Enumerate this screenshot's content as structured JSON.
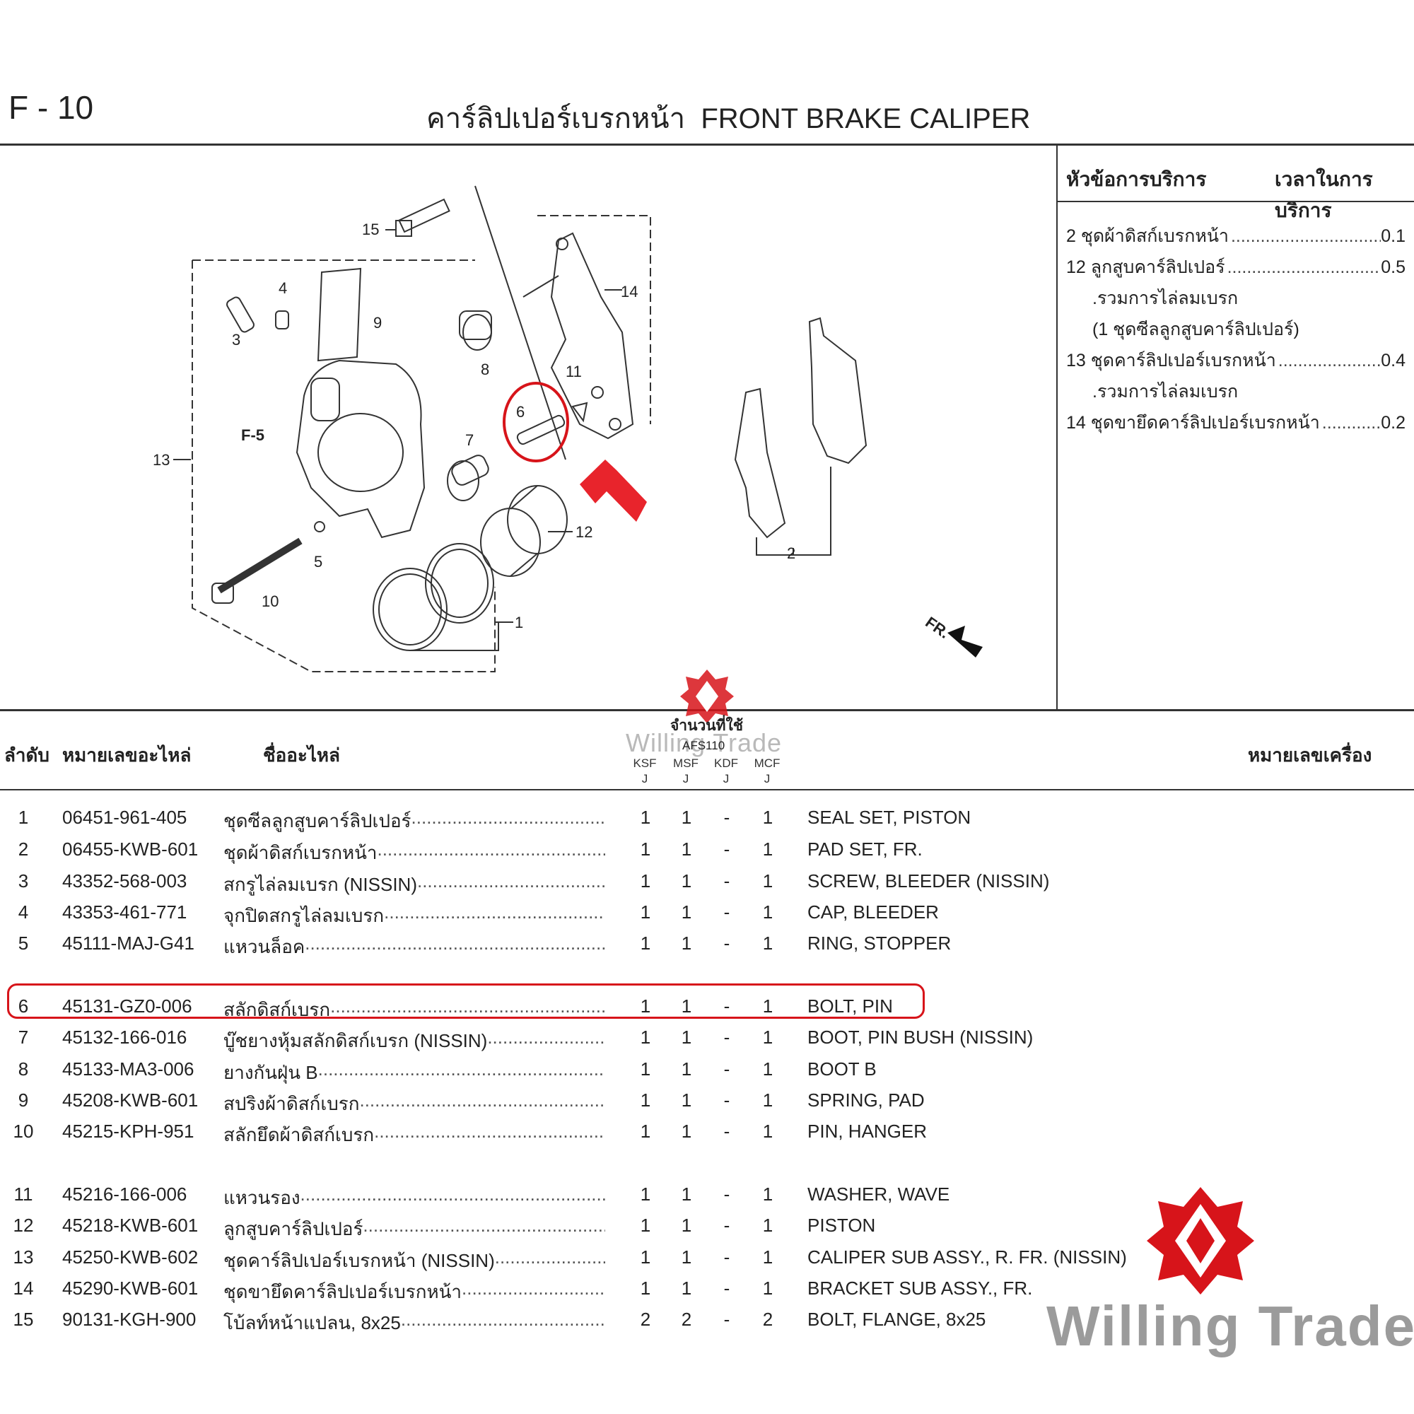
{
  "header": {
    "page_code": "F - 10",
    "title_thai": "คาร์ลิปเปอร์เบรกหน้า",
    "title_en": "FRONT BRAKE CALIPER"
  },
  "service_panel": {
    "head_left": "หัวข้อการบริการ",
    "head_right": "เวลาในการบริการ",
    "lines": [
      {
        "name": "2 ชุดผ้าดิสก์เบรกหน้า",
        "time": "0.1"
      },
      {
        "name": "12 ลูกสูบคาร์ลิปเปอร์",
        "time": "0.5"
      },
      {
        "name": "13 ชุดคาร์ลิปเปอร์เบรกหน้า",
        "time": "0.4"
      },
      {
        "name": "14 ชุดขายึดคาร์ลิปเปอร์เบรกหน้า",
        "time": "0.2"
      }
    ],
    "notes": {
      "n12a": ".รวมการไล่ลมเบรก",
      "n12b": "(1 ชุดซีลลูกสูบคาร์ลิปเปอร์)",
      "n13a": ".รวมการไล่ลมเบรก"
    }
  },
  "diagram": {
    "callouts": [
      "15",
      "4",
      "3",
      "9",
      "8",
      "14",
      "11",
      "6",
      "7",
      "13",
      "5",
      "12",
      "10",
      "1",
      "2"
    ],
    "ref_label": "F-5",
    "direction_label": "FR."
  },
  "table": {
    "headers": {
      "no": "ลำดับ",
      "part_no": "หมายเลขอะไหล่",
      "name": "ชื่ออะไหล่",
      "qty": "จำนวนที่ใช้",
      "model": "AFS110",
      "serial": "หมายเลขเครื่อง"
    },
    "qty_cols": [
      "KSF",
      "MSF",
      "KDF",
      "MCF"
    ],
    "qty_sub": "J",
    "rows": [
      {
        "no": "1",
        "part_no": "06451-961-405",
        "th": "ชุดซีลลูกสูบคาร์ลิปเปอร์",
        "q": [
          "1",
          "1",
          "-",
          "1"
        ],
        "en": "SEAL SET, PISTON"
      },
      {
        "no": "2",
        "part_no": "06455-KWB-601",
        "th": "ชุดผ้าดิสก์เบรกหน้า",
        "q": [
          "1",
          "1",
          "-",
          "1"
        ],
        "en": "PAD SET, FR."
      },
      {
        "no": "3",
        "part_no": "43352-568-003",
        "th": "สกรูไล่ลมเบรก (NISSIN)",
        "q": [
          "1",
          "1",
          "-",
          "1"
        ],
        "en": "SCREW, BLEEDER (NISSIN)"
      },
      {
        "no": "4",
        "part_no": "43353-461-771",
        "th": "จุกปิดสกรูไล่ลมเบรก",
        "q": [
          "1",
          "1",
          "-",
          "1"
        ],
        "en": "CAP, BLEEDER"
      },
      {
        "no": "5",
        "part_no": "45111-MAJ-G41",
        "th": "แหวนล็อค",
        "q": [
          "1",
          "1",
          "-",
          "1"
        ],
        "en": "RING, STOPPER"
      },
      {
        "no": "6",
        "part_no": "45131-GZ0-006",
        "th": "สลักดิสก์เบรก",
        "q": [
          "1",
          "1",
          "-",
          "1"
        ],
        "en": "BOLT, PIN"
      },
      {
        "no": "7",
        "part_no": "45132-166-016",
        "th": "บู๊ชยางหุ้มสลักดิสก์เบรก (NISSIN)",
        "q": [
          "1",
          "1",
          "-",
          "1"
        ],
        "en": "BOOT, PIN BUSH (NISSIN)"
      },
      {
        "no": "8",
        "part_no": "45133-MA3-006",
        "th": "ยางกันฝุ่น B",
        "q": [
          "1",
          "1",
          "-",
          "1"
        ],
        "en": "BOOT B"
      },
      {
        "no": "9",
        "part_no": "45208-KWB-601",
        "th": "สปริงผ้าดิสก์เบรก",
        "q": [
          "1",
          "1",
          "-",
          "1"
        ],
        "en": "SPRING, PAD"
      },
      {
        "no": "10",
        "part_no": "45215-KPH-951",
        "th": "สลักยึดผ้าดิสก์เบรก",
        "q": [
          "1",
          "1",
          "-",
          "1"
        ],
        "en": "PIN, HANGER"
      },
      {
        "no": "11",
        "part_no": "45216-166-006",
        "th": "แหวนรอง",
        "q": [
          "1",
          "1",
          "-",
          "1"
        ],
        "en": "WASHER, WAVE"
      },
      {
        "no": "12",
        "part_no": "45218-KWB-601",
        "th": "ลูกสูบคาร์ลิปเปอร์",
        "q": [
          "1",
          "1",
          "-",
          "1"
        ],
        "en": "PISTON"
      },
      {
        "no": "13",
        "part_no": "45250-KWB-602",
        "th": "ชุดคาร์ลิปเปอร์เบรกหน้า (NISSIN)",
        "q": [
          "1",
          "1",
          "-",
          "1"
        ],
        "en": "CALIPER SUB ASSY., R. FR. (NISSIN)"
      },
      {
        "no": "14",
        "part_no": "45290-KWB-601",
        "th": "ชุดขายึดคาร์ลิปเปอร์เบรกหน้า",
        "q": [
          "1",
          "1",
          "-",
          "1"
        ],
        "en": "BRACKET SUB ASSY., FR."
      },
      {
        "no": "15",
        "part_no": "90131-KGH-900",
        "th": "โบ้ลท์หน้าแปลน, 8x25",
        "q": [
          "2",
          "2",
          "-",
          "2"
        ],
        "en": "BOLT, FLANGE, 8x25"
      }
    ]
  },
  "watermark": {
    "brand": "Willing Trade"
  },
  "colors": {
    "highlight": "#d7141a",
    "logo": "#d7141a",
    "line": "#333333"
  }
}
